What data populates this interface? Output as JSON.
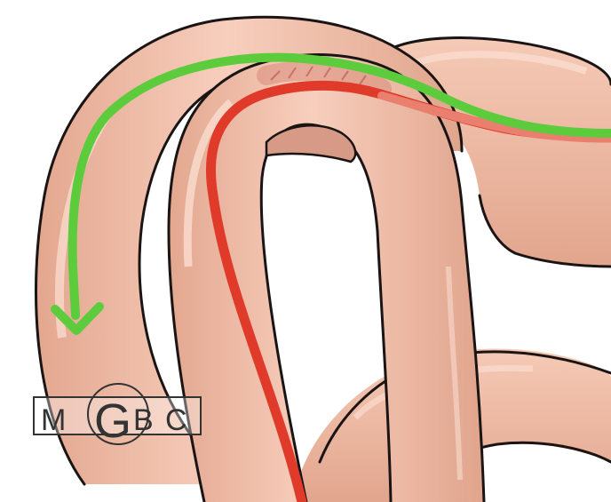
{
  "figure": {
    "logo": {
      "text": "MGBC",
      "letters": [
        "M",
        "G",
        "B",
        "C"
      ]
    },
    "arrows": [
      {
        "name": "green-flow-arrow",
        "color": "#5ccc3c"
      },
      {
        "name": "red-flow-line",
        "color": "#e03a2a"
      }
    ],
    "colors": {
      "tissue_fill": "#f3c3ad",
      "tissue_shade": "#e3a78f",
      "tissue_highlight": "#fbe0d3",
      "outline": "#1a1414",
      "anastomosis": "#d98a7a"
    }
  }
}
